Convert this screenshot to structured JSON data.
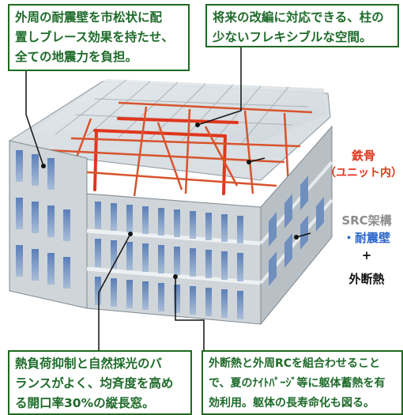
{
  "callouts": {
    "top_left": "外周の耐震壁を市松状に配\n置しブレース効果を持たせ、\n全ての地震力を負担。",
    "top_right": "将来の改編に対応できる、柱の\n少ないフレキシブルな空間。",
    "bottom_left": "熱負荷抑制と自然採光のバ\nランスがよく、均斉度を高め\nる開口率30%の縦長窓。",
    "bottom_right": "外断熱と外周RCを組合わせること\nで、夏のﾅｲﾄﾊﾟｰｼﾞ等に躯体蓄熱を有\n効利用。躯体の長寿命化も図る。"
  },
  "labels": {
    "steel_line1": "鉄骨",
    "steel_line2": "（ユニット内）",
    "src": "SRC架構",
    "shear_wall": "・耐震壁",
    "plus": "+",
    "ext_insulation": "外断熱"
  },
  "colors": {
    "callout_text": "#1e6b2a",
    "callout_border": "#1f6a1f",
    "steel": "#e0361c",
    "src": "#8c8c8c",
    "shear_wall": "#2a64c8",
    "ext_insulation": "#111111"
  }
}
